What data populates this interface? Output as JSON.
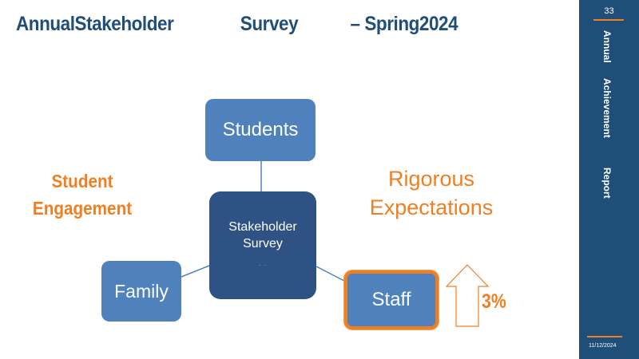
{
  "title": {
    "part1": "AnnualStakeholder",
    "part2": "Survey",
    "part3": "– Spring2024"
  },
  "sidebar": {
    "page_number": "33",
    "vertical_words": [
      "Annual",
      "Achievement",
      "Report"
    ],
    "date": "11/12/2024"
  },
  "diagram": {
    "center": {
      "line1": "Stakeholder",
      "line2": "Survey",
      "dots": ". ."
    },
    "nodes": {
      "students": "Students",
      "family": "Family",
      "staff": "Staff"
    },
    "left_label": {
      "line1": "Student",
      "line2": "Engagement"
    },
    "right_label": {
      "line1": "Rigorous",
      "line2": "Expectations"
    },
    "growth_percent": "3%",
    "highlight_color": "#f07f22",
    "node_color": "#4f81bd",
    "center_color": "#2e5283",
    "arrow_icon": "up-arrow-outline-icon"
  },
  "colors": {
    "title": "#1f4e79",
    "sidebar": "#1f4e79",
    "accent": "#f07f22"
  }
}
